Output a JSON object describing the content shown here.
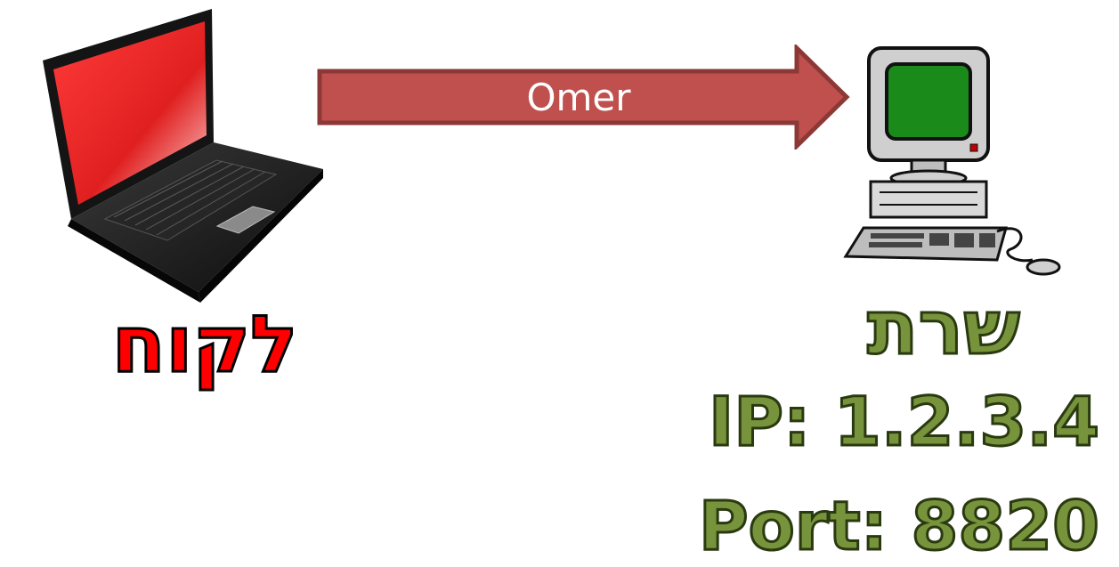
{
  "message": {
    "label": "Omer"
  },
  "client": {
    "label": "לקוח"
  },
  "server": {
    "label": "שרת",
    "ip": "IP: 1.2.3.4",
    "port": "Port: 8820"
  },
  "colors": {
    "arrow_fill": "#c0504d",
    "arrow_stroke": "#8c3836",
    "client_text": "#ff0000",
    "server_text": "#77933c",
    "laptop_screen": "#ff0000",
    "monitor_screen": "#1a8a1a"
  }
}
